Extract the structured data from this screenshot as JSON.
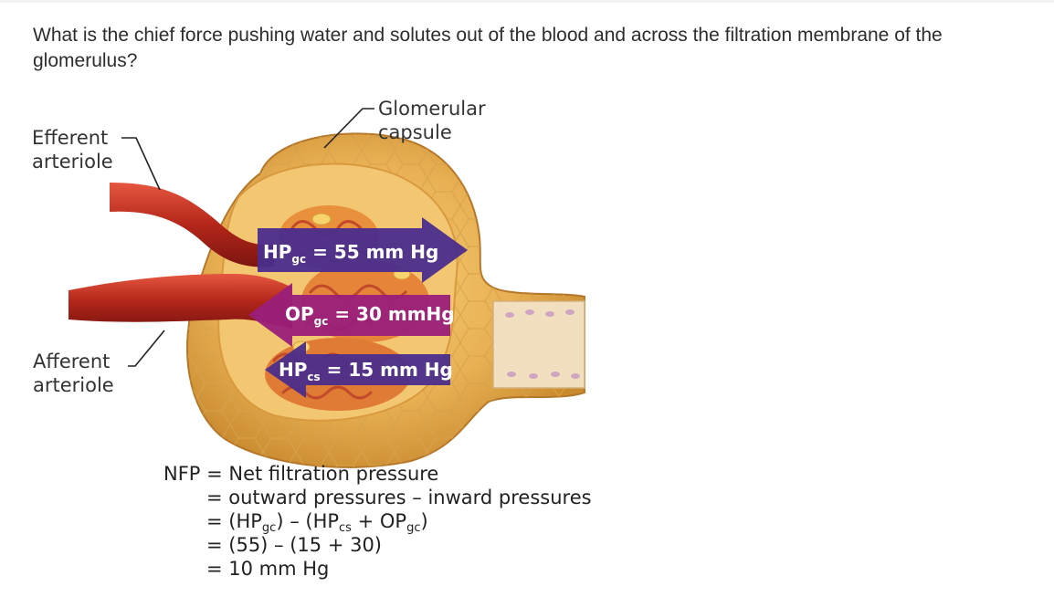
{
  "question": "What is the chief force pushing water and solutes out of the blood and across the filtration membrane of the glomerulus?",
  "labels": {
    "capsule_1": "Glomerular",
    "capsule_2": "capsule",
    "efferent_1": "Efferent",
    "efferent_2": "arteriole",
    "afferent_1": "Afferent",
    "afferent_2": "arteriole"
  },
  "arrows": [
    {
      "main": "HP",
      "sub": "gc",
      "rest": " = 55 mm Hg",
      "direction": "outward",
      "color": "#4a2d8c"
    },
    {
      "main": "OP",
      "sub": "gc",
      "rest": " = 30 mmHg",
      "direction": "inward",
      "color": "#9a1f7a"
    },
    {
      "main": "HP",
      "sub": "cs",
      "rest": " = 15 mm Hg",
      "direction": "inward",
      "color": "#4a2d8c"
    }
  ],
  "nfp": {
    "l1_a": "NFP = Net filtration pressure",
    "l2_a": "= outward pressures – inward pressures",
    "l3_a": "= (HP",
    "l3_s1": "gc",
    "l3_b": ") – (HP",
    "l3_s2": "cs",
    "l3_c": " + OP",
    "l3_s3": "gc",
    "l3_d": ")",
    "l4_a": "= (55) – (15 + 30)",
    "l5_a": "= 10 mm Hg"
  }
}
